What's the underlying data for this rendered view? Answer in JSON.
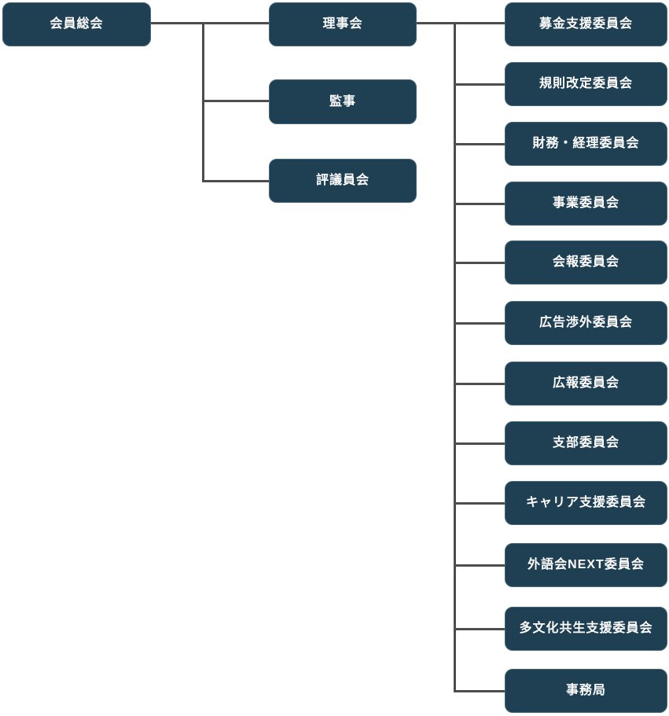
{
  "diagram": {
    "type": "org-chart",
    "root": {
      "label": "会員総会"
    },
    "level2": [
      {
        "label": "理事会"
      },
      {
        "label": "監事"
      },
      {
        "label": "評議員会"
      }
    ],
    "committees": [
      {
        "label": "募金支援委員会"
      },
      {
        "label": "規則改定委員会"
      },
      {
        "label": "財務・経理委員会"
      },
      {
        "label": "事業委員会"
      },
      {
        "label": "会報委員会"
      },
      {
        "label": "広告渉外委員会"
      },
      {
        "label": "広報委員会"
      },
      {
        "label": "支部委員会"
      },
      {
        "label": "キャリア支援委員会"
      },
      {
        "label": "外語会NEXT委員会"
      },
      {
        "label": "多文化共生支援委員会"
      },
      {
        "label": "事務局"
      }
    ],
    "colors": {
      "node_fill": "#1f4053",
      "node_border": "#45677e",
      "node_text": "#ffffff",
      "connector": "#4d4d4d",
      "background": "#ffffff"
    }
  }
}
